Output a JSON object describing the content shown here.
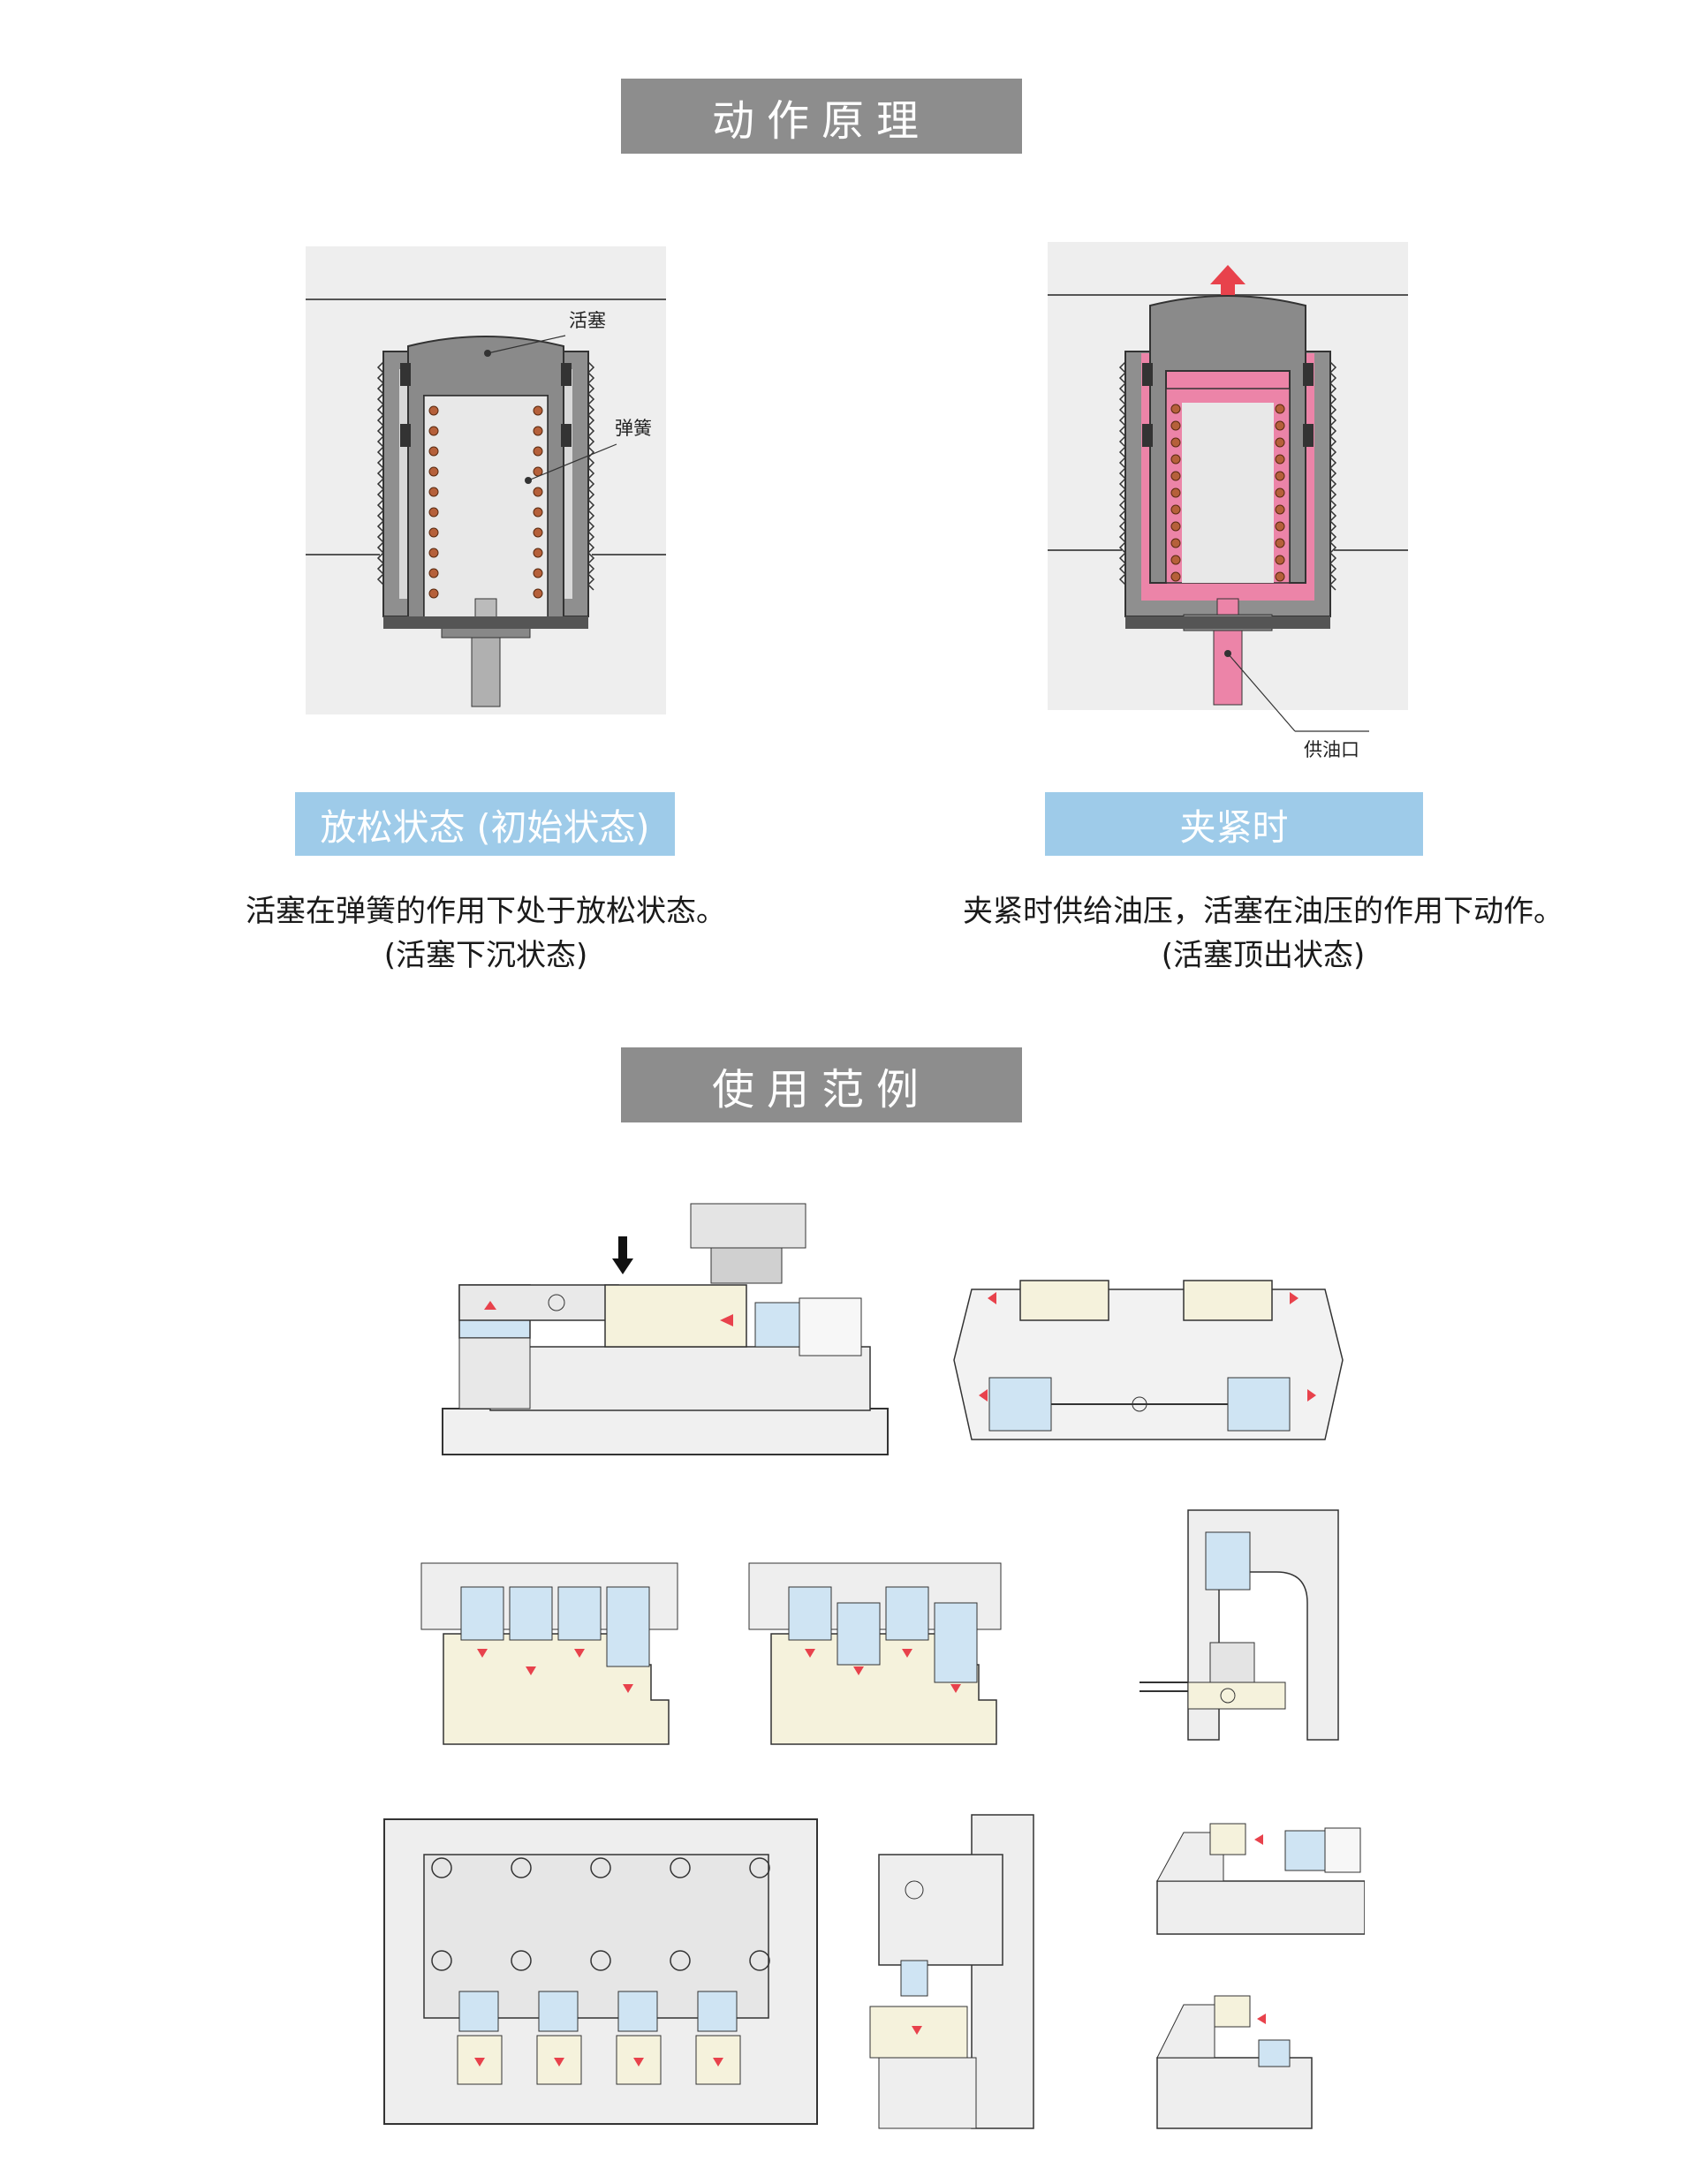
{
  "section1": {
    "title": "动作原理"
  },
  "section2": {
    "title": "使用范例"
  },
  "left": {
    "state_label": "放松状态 (初始状态)",
    "desc_line1": "活塞在弹簧的作用下处于放松状态。",
    "desc_line2": "(活塞下沉状态)",
    "callout_piston": "活塞",
    "callout_spring": "弹簧"
  },
  "right": {
    "state_label": "夹紧时",
    "desc_line1": "夹紧时供给油压，活塞在油压的作用下动作。",
    "desc_line2": "(活塞顶出状态)",
    "callout_oil_port": "供油口"
  },
  "colors": {
    "header_bg": "#8d8d8d",
    "state_bg": "#9ecbe9",
    "oil_pink": "#ec84a8",
    "spring_copper": "#b5603a",
    "workpiece": "#f5f2dc",
    "support_blue": "#cfe4f3",
    "arrow_red": "#e8424c"
  }
}
